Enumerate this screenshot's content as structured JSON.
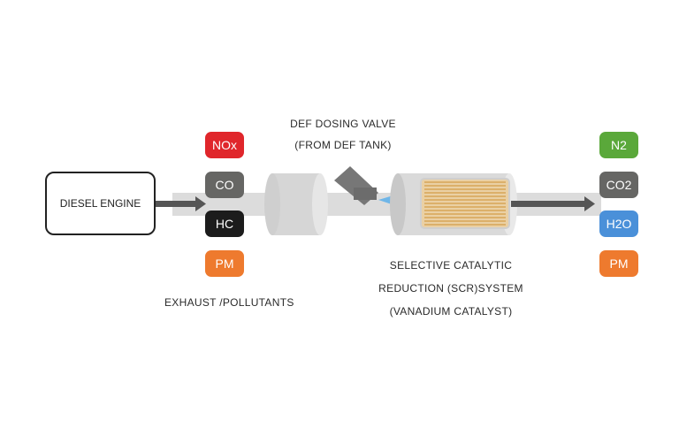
{
  "engine": {
    "label": "DIESEL ENGINE"
  },
  "def": {
    "line1": "DEF DOSING VALVE",
    "line2": "(FROM DEF TANK)"
  },
  "exhaust_label": "EXHAUST /POLLUTANTS",
  "scr": {
    "line1": "SELECTIVE CATALYTIC",
    "line2": "REDUCTION (SCR)SYSTEM",
    "line3": "(VANADIUM CATALYST)"
  },
  "pollutants": [
    {
      "label": "NOx",
      "color": "#e0262b"
    },
    {
      "label": "CO",
      "color": "#666664"
    },
    {
      "label": "HC",
      "color": "#1c1c1c"
    },
    {
      "label": "PM",
      "color": "#ee7a2e"
    }
  ],
  "outputs": [
    {
      "label": "N2",
      "color": "#5aa83a"
    },
    {
      "label": "CO2",
      "color": "#666664"
    },
    {
      "label": "H2O",
      "color": "#4a90d9"
    },
    {
      "label": "PM",
      "color": "#ee7a2e"
    }
  ],
  "colors": {
    "pipe": "#d9d9d9",
    "pipe_edge": "#bdbdbd",
    "arrow": "#555555",
    "catalyst": "#e7c48d"
  }
}
